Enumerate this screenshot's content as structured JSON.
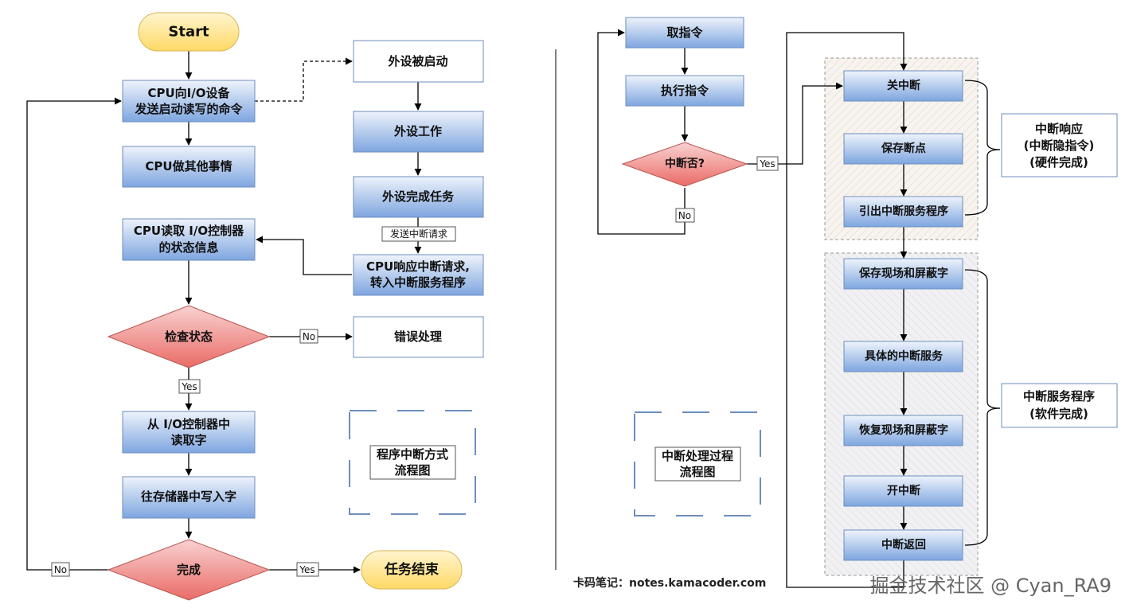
{
  "left": {
    "start": "Start",
    "cpu_send_cmd": [
      "CPU向I/O设备",
      "发送启动读写的命令"
    ],
    "cpu_other": "CPU做其他事情",
    "cpu_read_status": [
      "CPU读取 I/O控制器",
      "的状态信息"
    ],
    "check_status": "检查状态",
    "read_word": [
      "从 I/O控制器中",
      "读取字"
    ],
    "write_mem": "往存储器中写入字",
    "done": "完成",
    "task_end": "任务结束",
    "device_started": "外设被启动",
    "device_working": "外设工作",
    "device_done": "外设完成任务",
    "send_interrupt": "发送中断请求",
    "cpu_respond": [
      "CPU响应中断请求,",
      "转入中断服务程序"
    ],
    "error_handling": "错误处理",
    "caption": [
      "程序中断方式",
      "流程图"
    ],
    "label_no_check": "No",
    "label_yes_check": "Yes",
    "label_no_done": "No",
    "label_yes_done": "Yes"
  },
  "right": {
    "fetch": "取指令",
    "execute": "执行指令",
    "interrupt_q": "中断否?",
    "label_yes": "Yes",
    "label_no": "No",
    "disable_int": "关中断",
    "save_breakpoint": "保存断点",
    "lead_isr": "引出中断服务程序",
    "save_context": "保存现场和屏蔽字",
    "isr_service": "具体的中断服务",
    "restore_context": "恢复现场和屏蔽字",
    "enable_int": "开中断",
    "int_return": "中断返回",
    "hw_note": [
      "中断响应",
      "(中断隐指令)",
      "(硬件完成)"
    ],
    "sw_note": [
      "中断服务程序",
      "(软件完成)"
    ],
    "caption": [
      "中断处理过程",
      "流程图"
    ]
  },
  "footer": "卡码笔记：notes.kamacoder.com",
  "watermark": "掘金技术社区 @ Cyan_RA9",
  "colors": {
    "blue_box": "#7ea6e0",
    "pink_diamond": "#ea6b66",
    "yellow_term": "#ffd966",
    "line": "#000000"
  }
}
